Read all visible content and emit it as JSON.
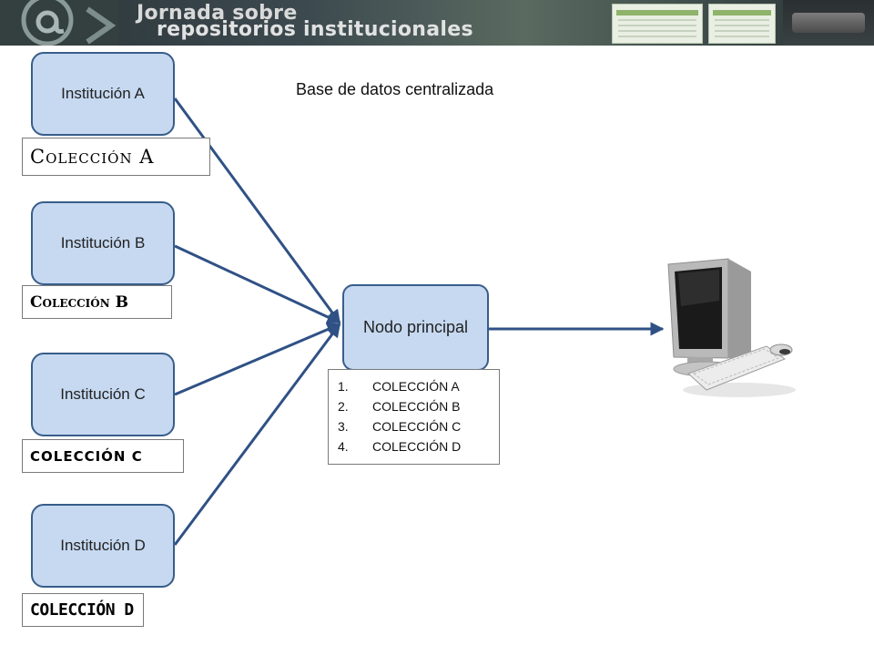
{
  "banner": {
    "line1": "Jornada sobre",
    "line2": "repositorios institucionales"
  },
  "diagram": {
    "title": "Base de datos centralizada",
    "institutions": [
      {
        "label": "Institución A",
        "collection": "Colección A"
      },
      {
        "label": "Institución B",
        "collection": "Colección B"
      },
      {
        "label": "Institución C",
        "collection": "COLECCIÓN C"
      },
      {
        "label": "Institución D",
        "collection": "COLECCIÓN D"
      }
    ],
    "node": {
      "label": "Nodo principal"
    },
    "node_collections": [
      {
        "num": "1.",
        "label": "COLECCIÓN A"
      },
      {
        "num": "2.",
        "label": "COLECCIÓN B"
      },
      {
        "num": "3.",
        "label": "COLECCIÓN C"
      },
      {
        "num": "4.",
        "label": "COLECCIÓN D"
      }
    ],
    "client_icon": "desktop-computer-icon"
  },
  "colors": {
    "box_fill": "#c6d9f1",
    "box_border": "#385d8a",
    "arrow": "#2f5185"
  }
}
